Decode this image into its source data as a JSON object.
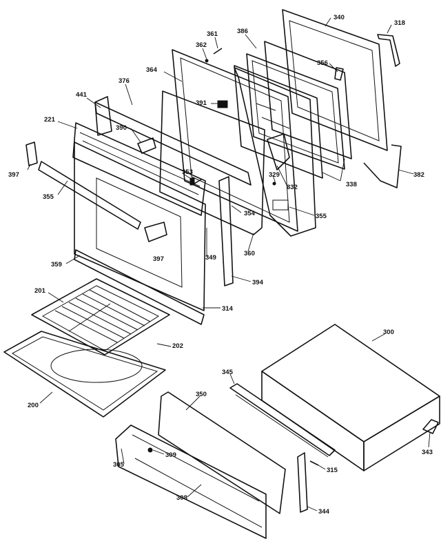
{
  "labels": {
    "p340": "340",
    "p318": "318",
    "p361": "361",
    "p386": "386",
    "p362": "362",
    "p356": "356",
    "p364": "364",
    "p376": "376",
    "p391": "391",
    "p441": "441",
    "p221": "221",
    "p390": "390",
    "p397a": "397",
    "p353": "353",
    "p329": "329",
    "p332": "332",
    "p338": "338",
    "p382": "382",
    "p355a": "355",
    "p354": "354",
    "p355b": "355",
    "p397b": "397",
    "p349": "349",
    "p360": "360",
    "p359": "359",
    "p394": "394",
    "p201": "201",
    "p314": "314",
    "p300": "300",
    "p202": "202",
    "p345": "345",
    "p200": "200",
    "p350": "350",
    "p309": "309",
    "p305": "305",
    "p343": "343",
    "p315": "315",
    "p308": "308",
    "p344": "344"
  }
}
